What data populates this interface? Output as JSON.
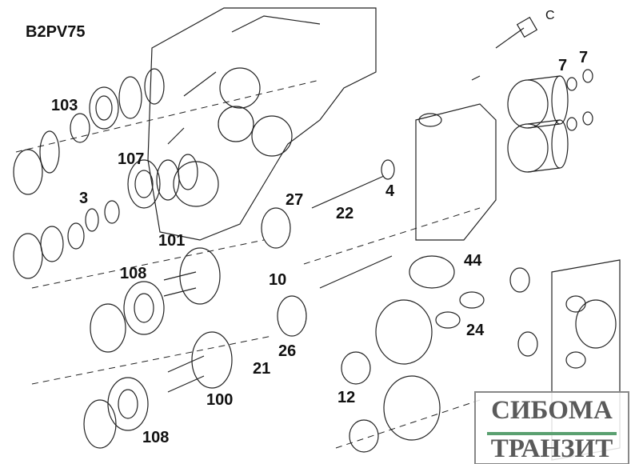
{
  "diagram": {
    "title": "B2PV75",
    "labels": {
      "c": "C",
      "p7a": "7",
      "p7b": "7",
      "p103": "103",
      "p107": "107",
      "p3": "3",
      "p27": "27",
      "p22": "22",
      "p4": "4",
      "p101": "101",
      "p108a": "108",
      "p10": "10",
      "p44": "44",
      "p26": "26",
      "p21": "21",
      "p24": "24",
      "p100": "100",
      "p12": "12",
      "p108b": "108"
    }
  },
  "logo": {
    "line1": "СИБОМА",
    "line2": "ТРАНЗИТ",
    "accent": "#5aa070"
  }
}
